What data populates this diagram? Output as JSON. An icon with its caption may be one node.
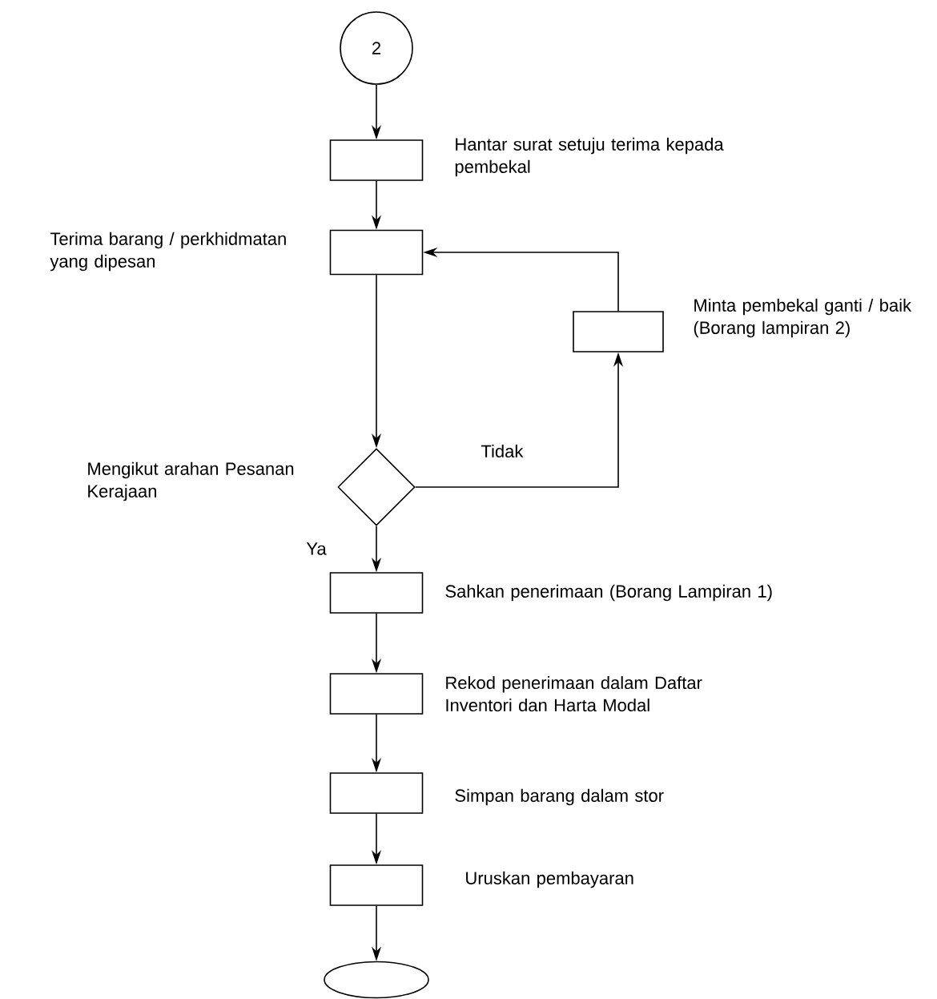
{
  "diagram": {
    "nodes": [
      {
        "text": [
          "2"
        ]
      },
      {
        "text": [],
        "shape": "box",
        "beside": [
          "Hantar surat setuju terima kepada pembekal"
        ]
      },
      {
        "text": [],
        "shape": "box",
        "beside": [
          "Terima barang / perkhidmatan yang dipesan"
        ]
      },
      {
        "text": [],
        "shape": "box",
        "beside": [
          "Minta pembekal ganti / baik (Borang lampiran 2)"
        ]
      },
      {
        "text": [],
        "shape": "diamond",
        "beside": [
          "Mengikut arahan Pesanan Kerajaan"
        ]
      },
      {
        "text": [],
        "shape": "box",
        "beside": [
          "Sahkan penerimaan (Borang Lampiran 1)"
        ]
      },
      {
        "text": [],
        "shape": "box",
        "beside": [
          "Rekod penerimaan dalam Daftar Inventori dan Harta Modal"
        ]
      },
      {
        "text": [],
        "shape": "box",
        "beside": [
          "Simpan barang dalam stor"
        ]
      },
      {
        "text": [],
        "shape": "box",
        "beside": [
          "Uruskan pembayaran"
        ]
      },
      {
        "text": [],
        "shape": "ellipse"
      }
    ],
    "edges": [
      {
        "from": 0,
        "to": 1,
        "arrow": "to"
      },
      {
        "from": 1,
        "to": 2,
        "arrow": "to"
      },
      {
        "from": 2,
        "to": 4,
        "arrow": "to"
      },
      {
        "from": 4,
        "to": 3,
        "arrow": "to",
        "label": "Tidak"
      },
      {
        "from": 3,
        "to": 2,
        "arrow": "to"
      },
      {
        "from": 4,
        "to": 5,
        "arrow": "to",
        "label": "Ya"
      },
      {
        "from": 5,
        "to": 6,
        "arrow": "to"
      },
      {
        "from": 6,
        "to": 7,
        "arrow": "to"
      },
      {
        "from": 7,
        "to": 8,
        "arrow": "to"
      },
      {
        "from": 8,
        "to": 9,
        "arrow": "to"
      }
    ]
  }
}
